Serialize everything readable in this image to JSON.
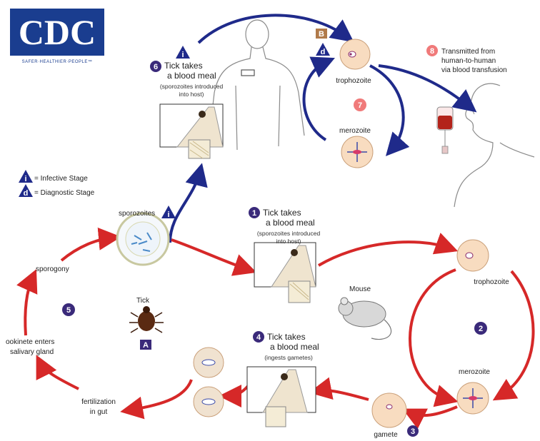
{
  "logo": {
    "letters": "CDC",
    "tagline": "SAFER·HEALTHIER·PEOPLE™"
  },
  "legend": {
    "infective": {
      "symbol": "i",
      "text": "= Infective Stage"
    },
    "diagnostic": {
      "symbol": "d",
      "text": "= Diagnostic Stage"
    }
  },
  "steps": {
    "s1": {
      "num": "1",
      "line1": "Tick takes",
      "line2": "a blood meal",
      "note1": "(sporozoites introduced",
      "note2": "into host)"
    },
    "s2": {
      "num": "2"
    },
    "s3": {
      "num": "3"
    },
    "s4": {
      "num": "4",
      "line1": "Tick takes",
      "line2": "a blood meal",
      "note1": "(ingests gametes)"
    },
    "s5": {
      "num": "5"
    },
    "s6": {
      "num": "6",
      "line1": "Tick takes",
      "line2": "a blood meal",
      "note1": "(sporozoites introduced",
      "note2": "into host)"
    },
    "s7": {
      "num": "7"
    },
    "s8": {
      "num": "8",
      "line1": "Transmitted from",
      "line2": "human-to-human",
      "line3": "via blood transfusion"
    }
  },
  "labels": {
    "trophozoite_human": "trophozoite",
    "merozoite_human": "merozoite",
    "sporozoites": "sporozoites",
    "sporogony": "sporogony",
    "tick": "Tick",
    "ookinete_1": "ookinete enters",
    "ookinete_2": "salivary gland",
    "fertilization_1": "fertilization",
    "fertilization_2": "in gut",
    "mouse": "Mouse",
    "trophozoite_mouse": "trophozoite",
    "merozoite_mouse": "merozoite",
    "gamete": "gamete"
  },
  "badges": {
    "human_B": "B",
    "human_d": "d",
    "human_i": "i",
    "sporo_i": "i",
    "tick_A": "A"
  },
  "colors": {
    "cdc_blue": "#1a3d8f",
    "human_cycle_arrow": "#1f2a8a",
    "tick_cycle_arrow": "#d62828",
    "step_purple": "#3a2a7a",
    "step_pink": "#f07a7a",
    "cell_fill": "#f8dcc0",
    "badge_tan": "#b07a4a"
  }
}
